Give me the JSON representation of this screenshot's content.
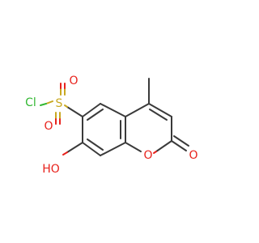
{
  "molecule": {
    "atoms": {
      "cl": {
        "label": "Cl",
        "color": "#32b832"
      },
      "s": {
        "label": "S",
        "color": "#c9a820"
      },
      "o_sulfonyl_top": {
        "label": "O",
        "color": "#e8221c"
      },
      "o_sulfonyl_bottom": {
        "label": "O",
        "color": "#e8221c"
      },
      "hydroxyl": {
        "label": "HO",
        "color": "#e8221c"
      },
      "ring_oxygen": {
        "label": "O",
        "color": "#e8221c"
      },
      "carbonyl_oxygen": {
        "label": "O",
        "color": "#e8221c"
      }
    },
    "bond_color": "#3a3a3a"
  }
}
